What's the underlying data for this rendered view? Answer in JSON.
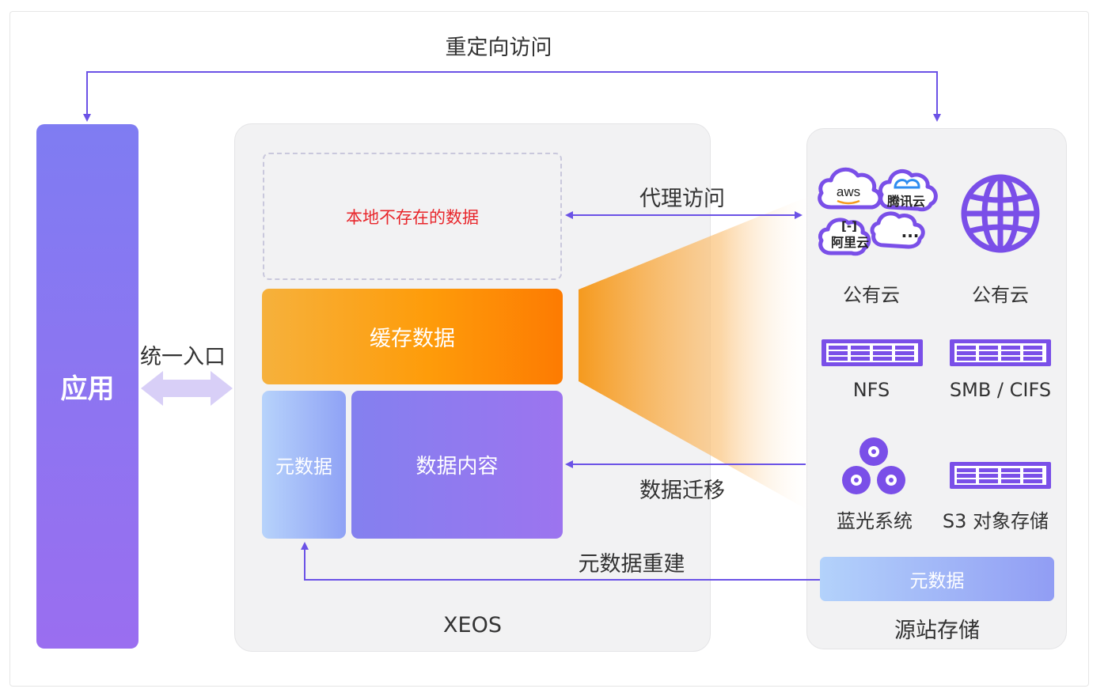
{
  "top_label": "重定向访问",
  "app_label": "应用",
  "unified_entry_label": "统一入口",
  "xeos": {
    "name": "XEOS",
    "local_missing_label": "本地不存在的数据",
    "cache_label": "缓存数据",
    "metadata_label": "元数据",
    "data_content_label": "数据内容"
  },
  "flows": {
    "proxy_access": "代理访问",
    "data_migration": "数据迁移",
    "metadata_rebuild": "元数据重建"
  },
  "source": {
    "name": "源站存储",
    "cloud_logos": {
      "aws": "aws",
      "tencent": "腾讯云",
      "aliyun_bracket": "[-]",
      "aliyun": "阿里云",
      "more": "..."
    },
    "items": [
      {
        "label": "公有云",
        "icon": "cloud-cluster-icon"
      },
      {
        "label": "公有云",
        "icon": "globe-icon"
      },
      {
        "label": "NFS",
        "icon": "server-rack-icon"
      },
      {
        "label": "SMB / CIFS",
        "icon": "server-rack-icon"
      },
      {
        "label": "蓝光系统",
        "icon": "bluray-discs-icon"
      },
      {
        "label": "S3 对象存储",
        "icon": "server-rack-icon"
      }
    ],
    "metadata_label": "元数据"
  },
  "colors": {
    "accent": "#6b52e6",
    "app_gradient": [
      "#7f7cf2",
      "#9a6ef0"
    ],
    "cache_gradient": [
      "#f6b13c",
      "#fd7b02"
    ],
    "local_text": "#e8262b",
    "entry_arrow": "#d8cff7"
  }
}
